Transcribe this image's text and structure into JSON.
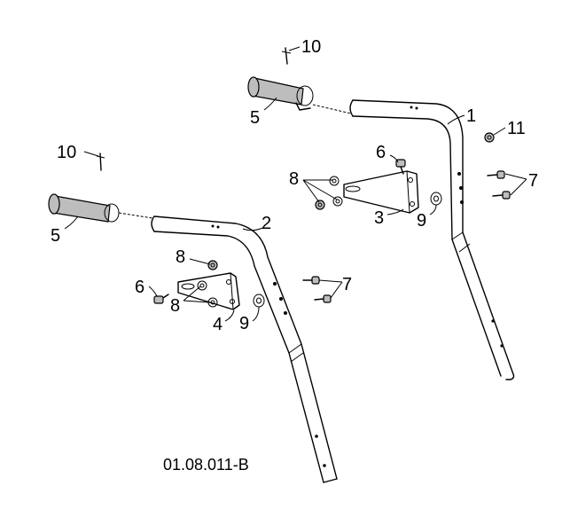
{
  "diagram": {
    "drawing_code": "01.08.011-B",
    "callouts": {
      "c1": "1",
      "c2": "2",
      "c3": "3",
      "c4": "4",
      "c5a": "5",
      "c5b": "5",
      "c6a": "6",
      "c6b": "6",
      "c7a": "7",
      "c7b": "7",
      "c8a": "8",
      "c8b": "8",
      "c8c": "8",
      "c9a": "9",
      "c9b": "9",
      "c10a": "10",
      "c10b": "10",
      "c11": "11"
    }
  }
}
